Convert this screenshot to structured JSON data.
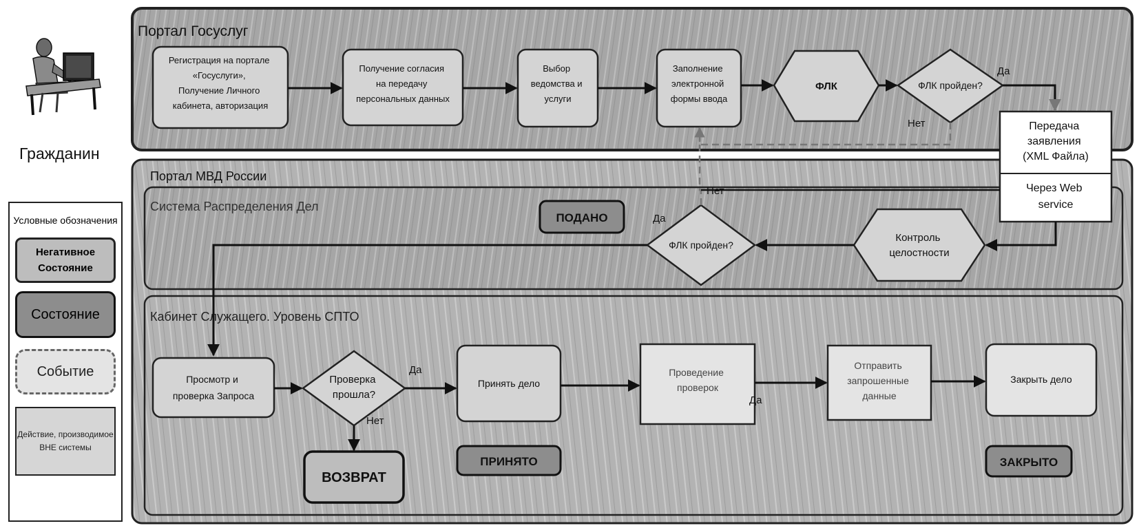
{
  "actor": {
    "label": "Гражданин"
  },
  "legend": {
    "title": "Условные обозначения",
    "negative_state": "Негативное Состояние",
    "state": "Состояние",
    "event": "Событие",
    "action_outside": "Действие, производимое ВНЕ системы"
  },
  "lanes": {
    "gosuslugi": "Портал Госуслуг",
    "mvd": "Портал МВД России",
    "srd": "Система Распределения Дел",
    "cabinet": "Кабинет Служащего. Уровень СПТО"
  },
  "nodes": {
    "registration": "Регистрация на портале «Госуслуги», Получение Личного кабинета, авторизация",
    "consent": "Получение согласия на передачу персональных данных",
    "choose": "Выбор ведомства и услуги",
    "fill_form": "Заполнение электронной формы ввода",
    "flk": "ФЛК",
    "flk_passed_1": "ФЛК пройден?",
    "transfer": "Передача заявления (XML Файла)",
    "via_web": "Через Web service",
    "integrity": "Контроль целостности",
    "flk_passed_2": "ФЛК пройден?",
    "submitted": "ПОДАНО",
    "review": "Просмотр и проверка Запроса",
    "check_passed": "Проверка прошла?",
    "accept": "Принять дело",
    "checks": "Проведение проверок",
    "send_data": "Отправить запрошенные данные",
    "close": "Закрыть дело",
    "return": "ВОЗВРАТ",
    "accepted": "ПРИНЯТО",
    "closed": "ЗАКРЫТО"
  },
  "edge_labels": {
    "yes": "Да",
    "no": "Нет"
  }
}
